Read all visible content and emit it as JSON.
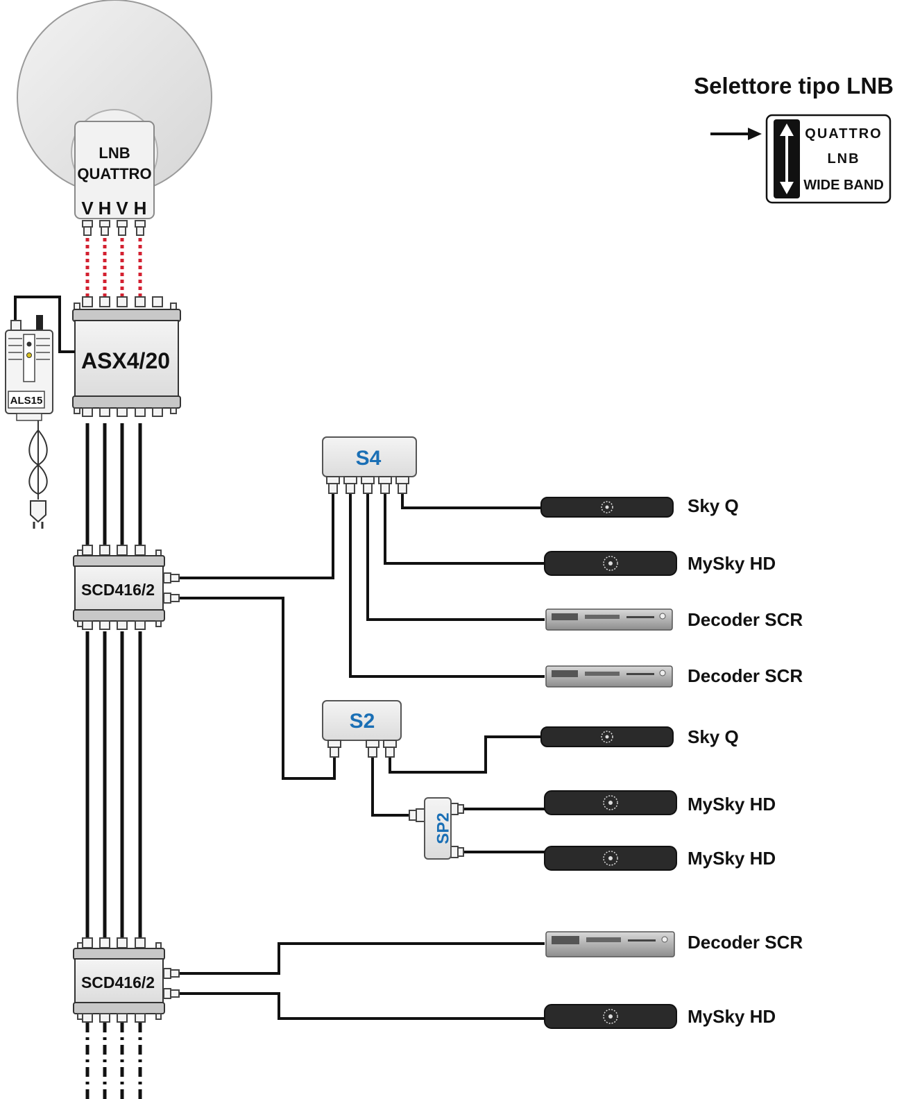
{
  "selector": {
    "title": "Selettore tipo LNB",
    "option_top": "QUATTRO",
    "option_mid": "LNB",
    "option_bottom": "WIDE BAND"
  },
  "lnb": {
    "line1": "LNB",
    "line2": "QUATTRO",
    "ports": [
      "V",
      "H",
      "V",
      "H"
    ]
  },
  "devices": {
    "multiswitch": "ASX4/20",
    "power_supply": "ALS15",
    "cascade_1": "SCD416/2",
    "cascade_2": "SCD416/2",
    "splitter_s4": "S4",
    "splitter_s2": "S2",
    "splitter_sp2": "SP2"
  },
  "receivers": [
    "Sky Q",
    "MySky HD",
    "Decoder SCR",
    "Decoder SCR",
    "Sky Q",
    "MySky HD",
    "MySky HD",
    "Decoder SCR",
    "MySky HD"
  ],
  "colors": {
    "label_blue": "#1a6fb5",
    "lnb_cable_red": "#d32030",
    "cable_black": "#111111",
    "device_gray": "#e8e8e8",
    "dish_gray": "#e4e4e4"
  }
}
